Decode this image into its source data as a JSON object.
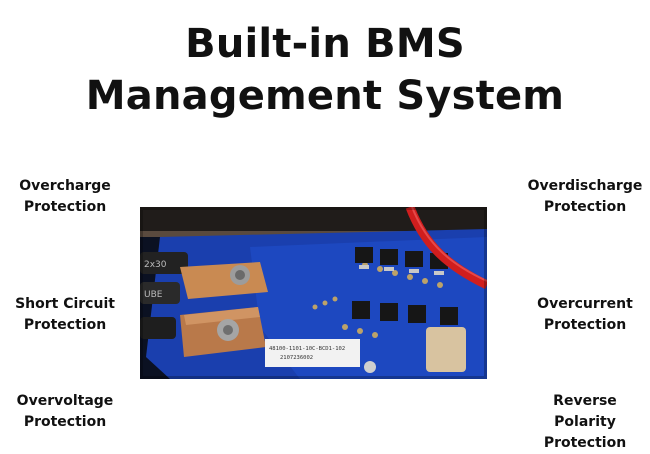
{
  "title": {
    "line1": "Built-in BMS",
    "line2": "Management System"
  },
  "features": {
    "left": [
      {
        "line1": "Overcharge",
        "line2": "Protection"
      },
      {
        "line1": "Short Circuit",
        "line2": "Protection"
      },
      {
        "line1": "Overvoltage",
        "line2": "Protection"
      }
    ],
    "right": [
      {
        "line1": "Overdischarge",
        "line2": "Protection"
      },
      {
        "line1": "Overcurrent",
        "line2": "Protection"
      },
      {
        "line1": "Reverse Polarity",
        "line2": "Protection"
      }
    ]
  },
  "board": {
    "label_line1": "48100-1101-10C-BCD1-102",
    "label_line2": "2107236002",
    "colors": {
      "pcb": "#1a3fae",
      "copper": "#c98a52",
      "cable": "#d01e1e"
    }
  }
}
